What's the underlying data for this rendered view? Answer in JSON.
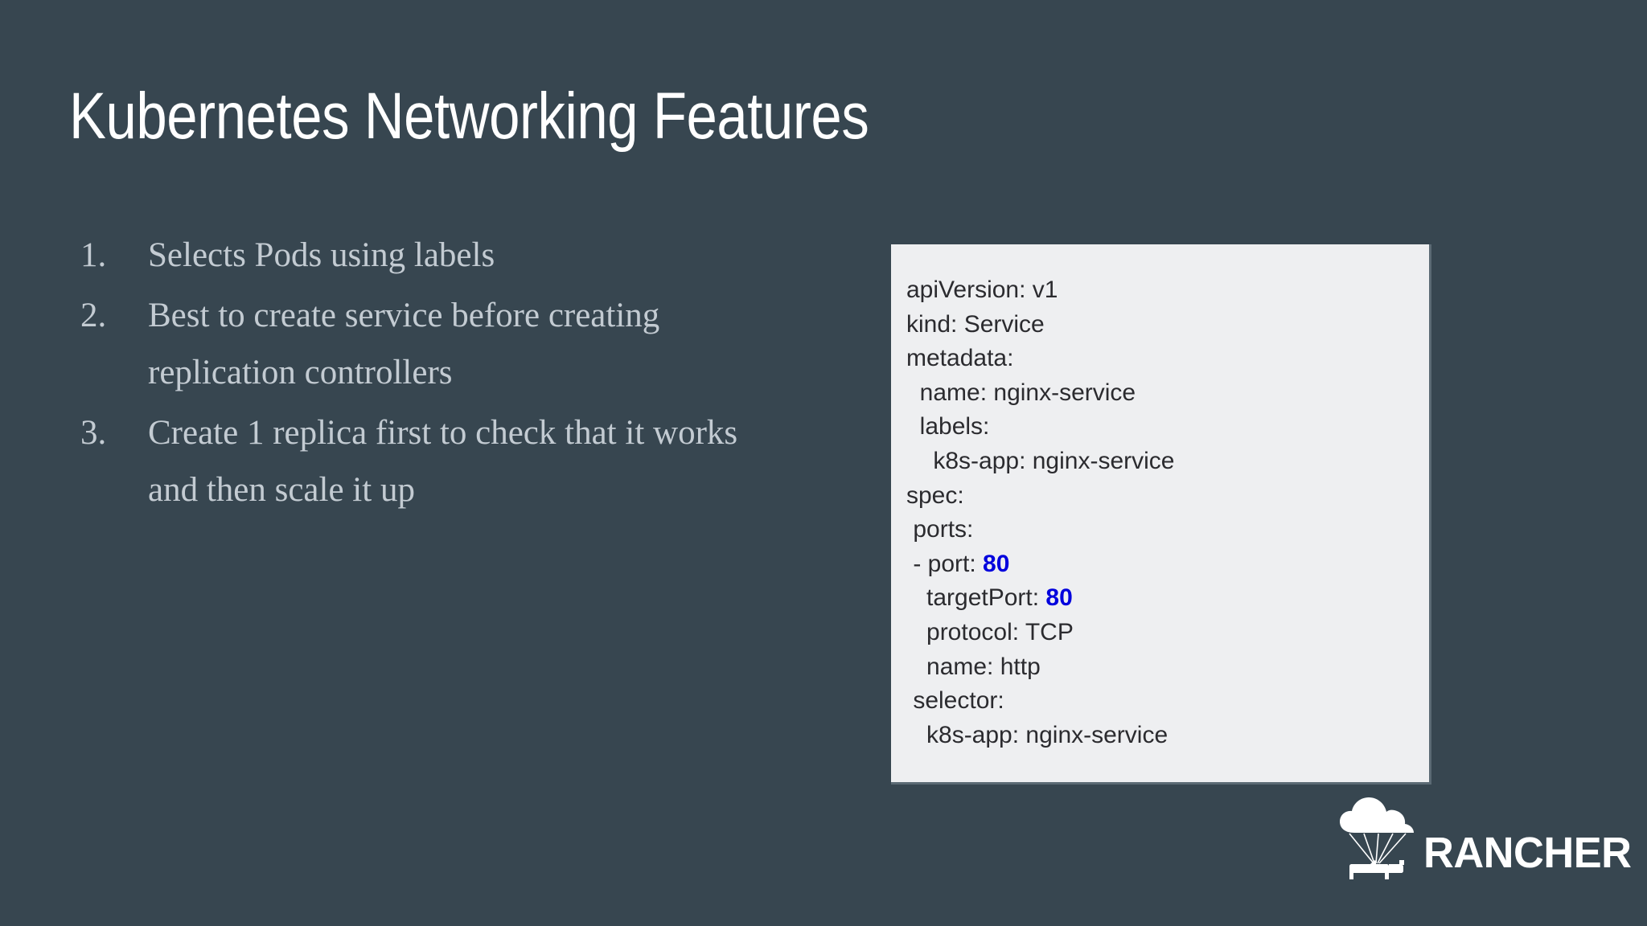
{
  "slide": {
    "background_color": "#374650",
    "title": "Kubernetes Networking Features",
    "title_color": "#FFFFFF"
  },
  "bullets": {
    "text_color": "#C3CBD2",
    "items": [
      {
        "number": "1.",
        "text": "Selects Pods using labels"
      },
      {
        "number": "2.",
        "text": "Best to create service before creating replication controllers"
      },
      {
        "number": "3.",
        "text": "Create 1 replica first to check that it works and then scale it up"
      }
    ]
  },
  "code_panel": {
    "background_color": "#EEEFF1",
    "text_color": "#2B2B2F",
    "highlight_color": "#0000DD",
    "language": "yaml",
    "lines": [
      {
        "text": "apiVersion: v1"
      },
      {
        "text": "kind: Service"
      },
      {
        "text": "metadata:"
      },
      {
        "text": "  name: nginx-service"
      },
      {
        "text": "  labels:"
      },
      {
        "text": "    k8s-app: nginx-service"
      },
      {
        "text": "spec:"
      },
      {
        "text": " ports:"
      },
      {
        "prefix": " - port: ",
        "highlight": "80"
      },
      {
        "prefix": "   targetPort: ",
        "highlight": "80"
      },
      {
        "text": "   protocol: TCP"
      },
      {
        "text": "   name: http"
      },
      {
        "text": " selector:"
      },
      {
        "text": "   k8s-app: nginx-service"
      }
    ],
    "full_text": "apiVersion: v1\nkind: Service\nmetadata:\n  name: nginx-service\n  labels:\n    k8s-app: nginx-service\nspec:\n ports:\n - port: 80\n   targetPort: 80\n   protocol: TCP\n   name: http\n selector:\n   k8s-app: nginx-service"
  },
  "logo": {
    "wordmark": "RANCHER",
    "mark_name": "rancher-cow-parachute-icon",
    "color": "#FFFFFF"
  }
}
